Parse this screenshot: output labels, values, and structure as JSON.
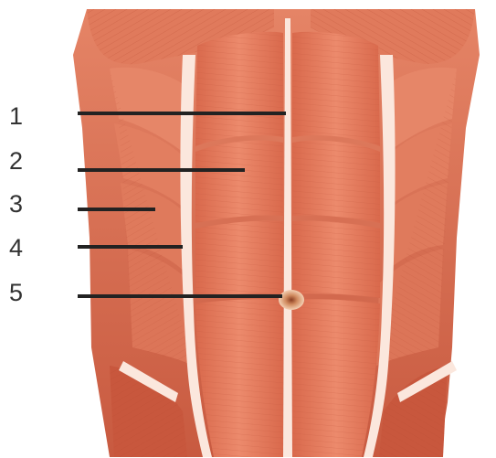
{
  "diagram": {
    "labels": [
      {
        "number": "1"
      },
      {
        "number": "2"
      },
      {
        "number": "3"
      },
      {
        "number": "4"
      },
      {
        "number": "5"
      }
    ],
    "colors": {
      "muscle": "#e4795a",
      "muscle_light": "#f0a58a",
      "muscle_dark": "#b9442e",
      "tendon": "#fbe7dd",
      "leader_line": "#222222",
      "label_text": "#333333",
      "background": "#ffffff"
    }
  }
}
